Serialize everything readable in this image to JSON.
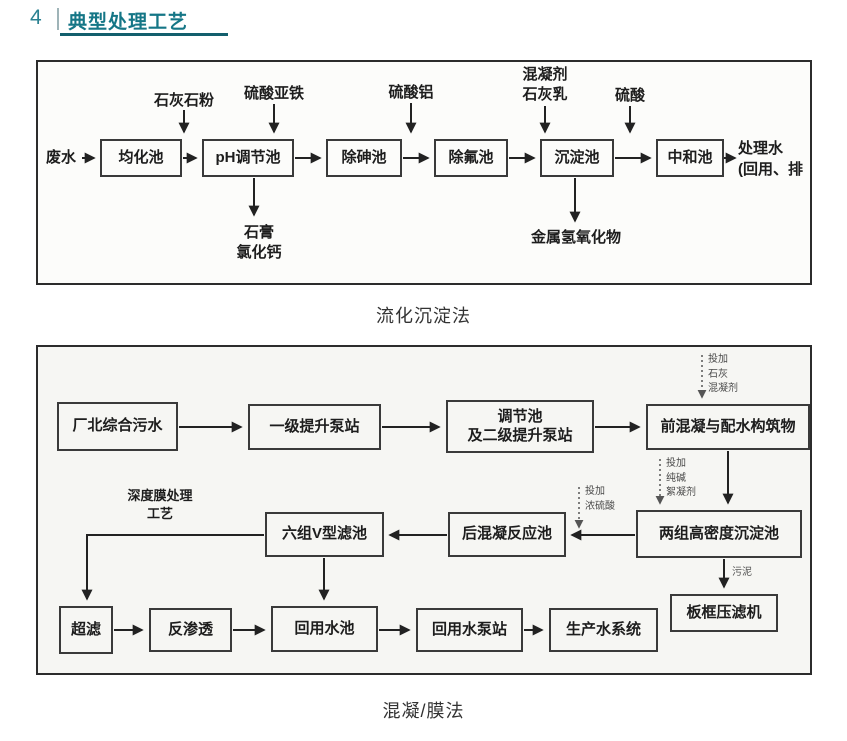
{
  "header": {
    "number": "4",
    "title": "典型处理工艺"
  },
  "diagram1": {
    "caption": "流化沉淀法",
    "input": "废水",
    "output": "处理水\n(回用、排",
    "nodes": [
      "均化池",
      "pH调节池",
      "除砷池",
      "除氟池",
      "沉淀池",
      "中和池"
    ],
    "chemicals": [
      "石灰石粉",
      "硫酸亚铁",
      "硫酸铝",
      "混凝剂\n石灰乳",
      "硫酸"
    ],
    "byproducts": [
      "石膏\n氯化钙",
      "金属氢氧化物"
    ]
  },
  "diagram2": {
    "caption": "混凝/膜法",
    "nodes": [
      "厂北综合污水",
      "一级提升泵站",
      "调节池\n及二级提升泵站",
      "前混凝与配水构筑物",
      "两组高密度沉淀池",
      "后混凝反应池",
      "六组V型滤池",
      "板框压滤机",
      "超滤",
      "反渗透",
      "回用水池",
      "回用水泵站",
      "生产水系统"
    ],
    "dosing": [
      "投加\n石灰\n混凝剂",
      "投加\n纯碱\n絮凝剂",
      "投加\n浓硫酸"
    ],
    "side_labels": {
      "membrane_process": "深度膜处理\n工艺",
      "sludge": "污泥"
    }
  }
}
